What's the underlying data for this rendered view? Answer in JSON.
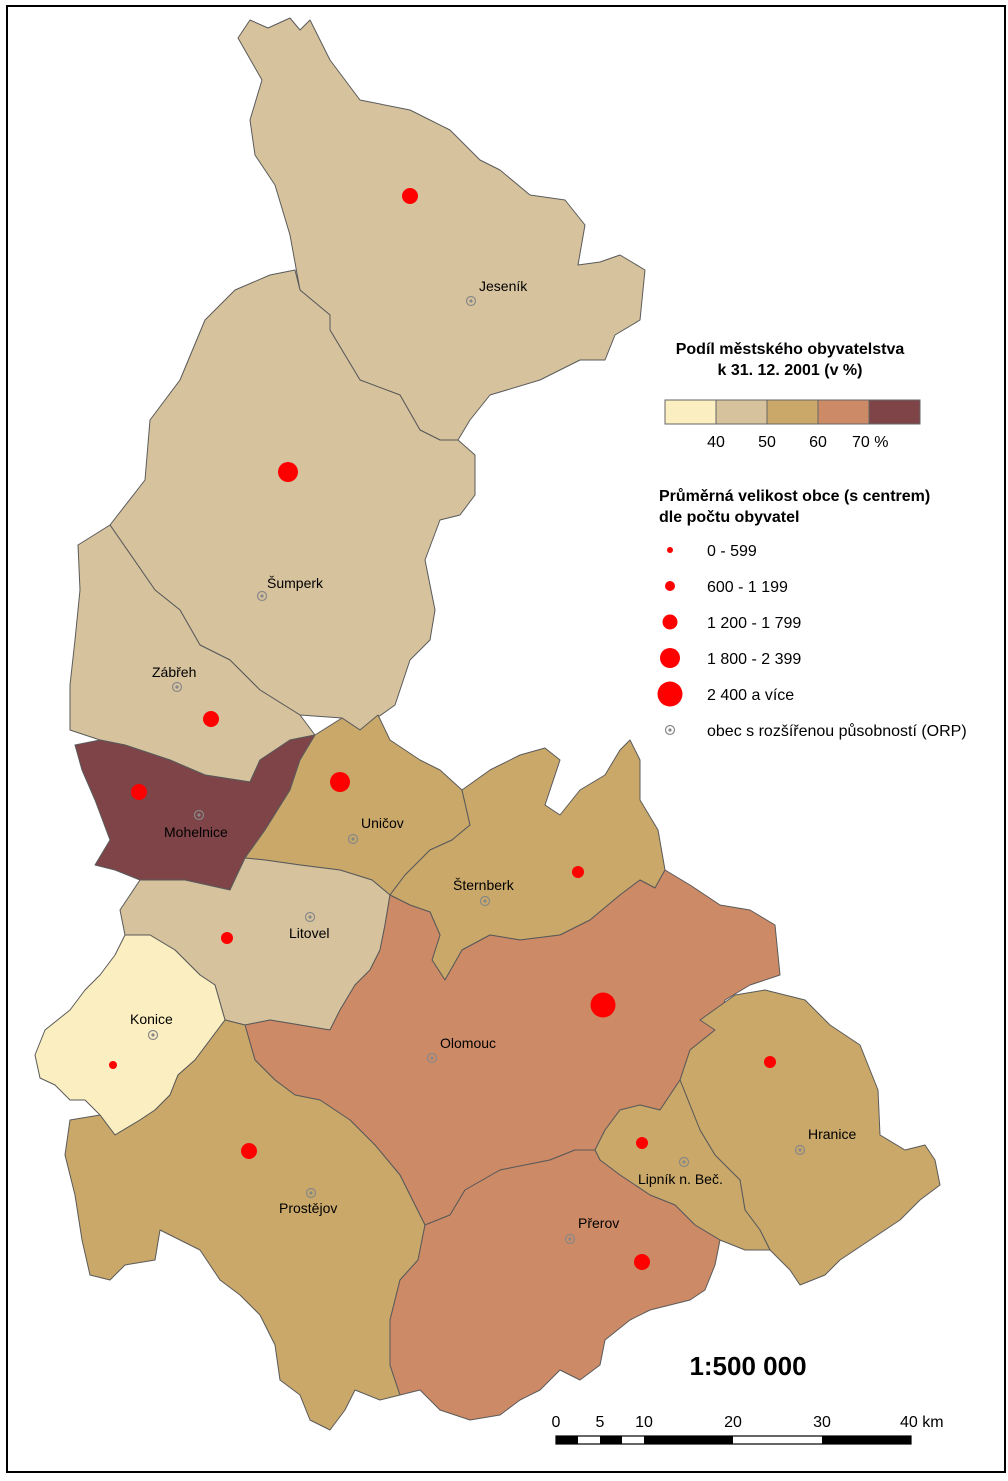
{
  "colors": {
    "class_lt40": "#fbeec0",
    "class_40_50": "#d6c39e",
    "class_50_60": "#c9a86a",
    "class_60_70": "#cd8a66",
    "class_gt70": "#7f4448",
    "dot": "#ff0000",
    "orp_symbol": "#888888"
  },
  "regions": [
    {
      "name": "Jeseník",
      "class": "class_40_50"
    },
    {
      "name": "Šumperk",
      "class": "class_40_50"
    },
    {
      "name": "Zábřeh",
      "class": "class_40_50"
    },
    {
      "name": "Mohelnice",
      "class": "class_gt70"
    },
    {
      "name": "Uničov",
      "class": "class_50_60"
    },
    {
      "name": "Šternberk",
      "class": "class_50_60"
    },
    {
      "name": "Litovel",
      "class": "class_40_50"
    },
    {
      "name": "Konice",
      "class": "class_lt40"
    },
    {
      "name": "Olomouc",
      "class": "class_60_70"
    },
    {
      "name": "Prostějov",
      "class": "class_50_60"
    },
    {
      "name": "Hranice",
      "class": "class_50_60"
    },
    {
      "name": "Lipník n. Beč.",
      "class": "class_50_60"
    },
    {
      "name": "Přerov",
      "class": "class_60_70"
    }
  ],
  "legend": {
    "share_title_1": "Podíl městského obyvatelstva",
    "share_title_2": "k 31. 12. 2001 (v %)",
    "share_ticks": [
      "40",
      "50",
      "60",
      "70 %"
    ],
    "size_title_1": "Průměrná velikost obce (s centrem)",
    "size_title_2": "dle počtu obyvatel",
    "size_classes": [
      "0 - 599",
      "600 - 1 199",
      "1 200 - 1 799",
      "1 800 - 2 399",
      "2 400 a více"
    ],
    "orp_label": "obec s rozšířenou působností (ORP)"
  },
  "scale": {
    "ratio": "1:500 000",
    "ticks": [
      "0",
      "5",
      "10",
      "20",
      "30",
      "40 km"
    ]
  }
}
